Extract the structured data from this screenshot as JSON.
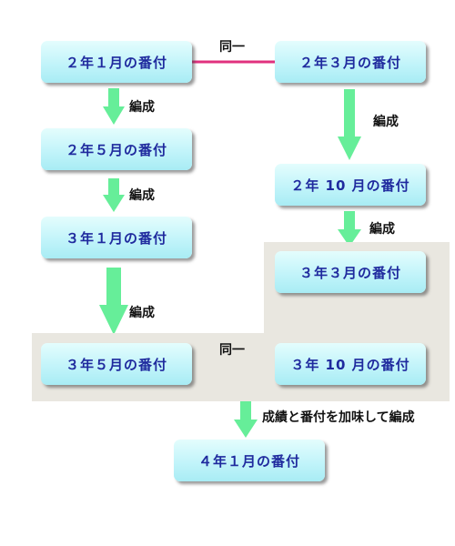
{
  "nodes": {
    "y2m1": "２年１月の番付",
    "y2m5": "２年５月の番付",
    "y3m1": "３年１月の番付",
    "y3m5": "３年５月の番付",
    "y4m1": "４年１月の番付",
    "y2m3": "２年３月の番付",
    "y2m10": "２年 10 月の番付",
    "y3m3": "３年３月の番付",
    "y3m10": "３年 10 月の番付"
  },
  "labels": {
    "same": "同一",
    "compile": "編成",
    "final": "成績と番付を加味して編成"
  },
  "colors": {
    "node_text": "#1f2a9e",
    "arrow": "#66ee99",
    "link": "#e0307e",
    "shade": "#e9e7e0"
  }
}
